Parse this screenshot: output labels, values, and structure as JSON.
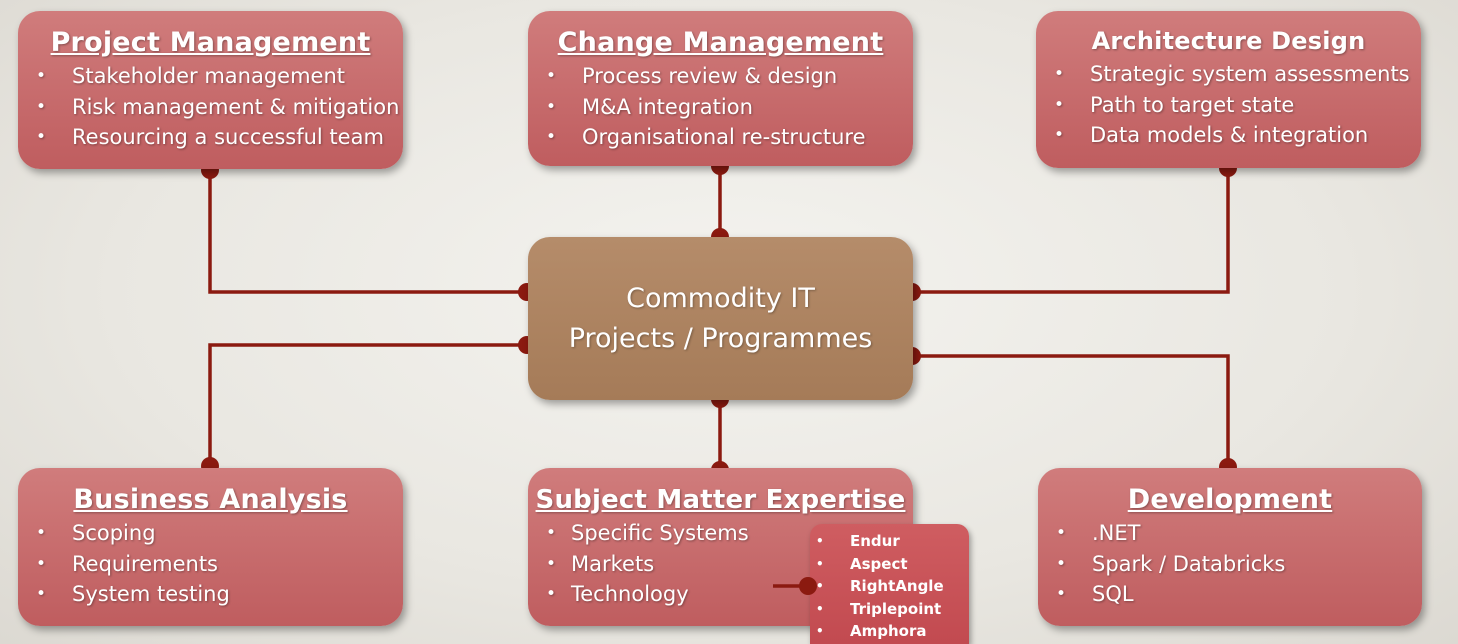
{
  "center": {
    "line1": "Commodity IT",
    "line2": "Projects / Programmes"
  },
  "boxes": {
    "project": {
      "title": "Project Management",
      "items": [
        "Stakeholder management",
        "Risk management & mitigation",
        "Resourcing a successful team"
      ]
    },
    "change": {
      "title": "Change Management",
      "items": [
        "Process review & design",
        "M&A integration",
        "Organisational re-structure"
      ]
    },
    "architecture": {
      "title": "Architecture Design",
      "items": [
        "Strategic system assessments",
        "Path to target state",
        "Data models & integration"
      ]
    },
    "business": {
      "title": "Business Analysis",
      "items": [
        "Scoping",
        "Requirements",
        "System testing"
      ]
    },
    "sme": {
      "title": "Subject Matter Expertise",
      "items": [
        "Specific Systems",
        "Markets",
        "Technology"
      ]
    },
    "development": {
      "title": "Development",
      "items": [
        ".NET",
        "Spark / Databricks",
        "SQL"
      ]
    }
  },
  "systems": {
    "items": [
      "Endur",
      "Aspect",
      "RightAngle",
      "Triplepoint",
      "Amphora"
    ]
  },
  "colors": {
    "box": "#c9686a",
    "center": "#ae8461",
    "connector": "#8b1a10",
    "sub_box": "#c9555a"
  }
}
